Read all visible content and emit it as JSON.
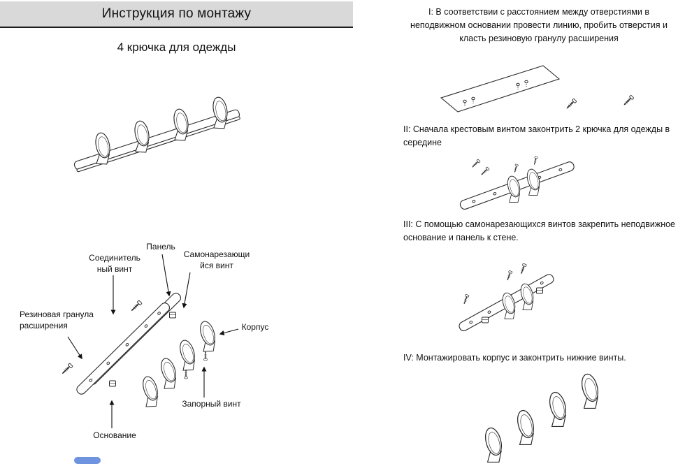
{
  "header": {
    "title": "Инструкция по монтажу",
    "subtitle": "4 крючка для одежды"
  },
  "parts_labels": {
    "panel": "Панель",
    "connecting_screw": "Соединительный винт",
    "self_tapping_screw": "Самонарезающийся винт",
    "rubber_granule": "Резиновая гранула расширения",
    "body": "Корпус",
    "locking_screw": "Запорный винт",
    "base": "Основание"
  },
  "steps": [
    {
      "text": "I: В соответствии с расстоянием между отверстиями в неподвижном основании провести линию, пробить отверстия и класть резиновую гранулу расширения"
    },
    {
      "text": "II: Сначала крестовым винтом законтрить 2 крючка для одежды в середине"
    },
    {
      "text": "III: С помощью самонарезающихся винтов закрепить неподвижное основание и панель к стене."
    },
    {
      "text": "IV: Монтажировать корпус и законтрить нижние винты."
    }
  ],
  "colors": {
    "header_bg": "#d9d9d9",
    "line": "#2a2a2a",
    "watermark_blue": "#4a79d8"
  }
}
